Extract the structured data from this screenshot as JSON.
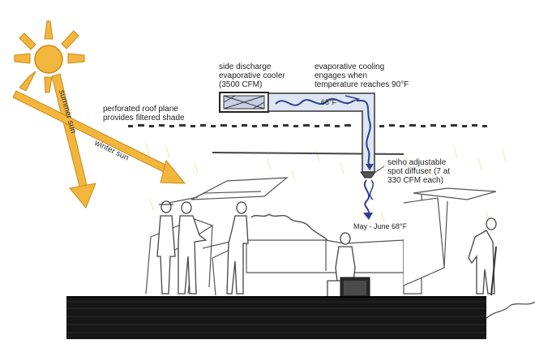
{
  "labels": {
    "cooler": "side discharge\nevaporative cooler\n(3500 CFM)",
    "cooling": "evaporative cooling\nengages when\ntemperature reaches 90°F",
    "roof": "perforated roof plane\nprovides filtered shade",
    "diffuser": "seiho adjustable\nspot diffuser (7 at\n330 CFM each)",
    "temp_duct": "68°F",
    "temp_season": "May - June 68°F",
    "summer_sun": "summer sun",
    "winter_sun": "winter sun"
  },
  "colors": {
    "sun": "#f3b63d",
    "sun_outline": "#c98a1c",
    "airflow": "#2d3f8f",
    "duct_fill": "#cfd9ee",
    "platform": "#161616",
    "line": "#444444"
  }
}
